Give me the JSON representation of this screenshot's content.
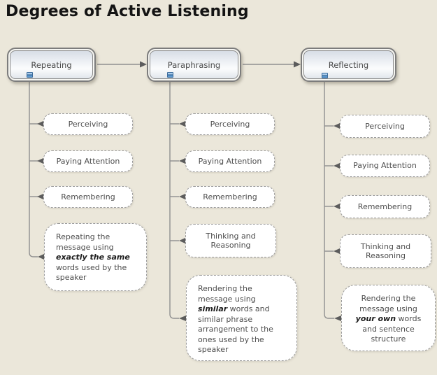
{
  "title": "Degrees of Active Listening",
  "colors": {
    "background": "#ebe7da",
    "node_fill": "#ffffff",
    "root_fill_top": "#d7dde5",
    "border_gray": "#8a8a8a",
    "connector_gray": "#8f8f8f",
    "collapse_icon_blue": "#5e9ad0",
    "text": "#4d4d4d"
  },
  "icons": {
    "collapse": "minus-box"
  },
  "branches": [
    {
      "root": "Repeating",
      "children": [
        "Perceiving",
        "Paying Attention",
        "Remembering"
      ],
      "detail_lines": [
        [
          {
            "t": "Repeating the"
          }
        ],
        [
          {
            "t": "message using"
          }
        ],
        [
          {
            "t": "exactly the same",
            "em": true
          }
        ],
        [
          {
            "t": "words used by the"
          }
        ],
        [
          {
            "t": "speaker"
          }
        ]
      ]
    },
    {
      "root": "Paraphrasing",
      "children": [
        "Perceiving",
        "Paying Attention",
        "Remembering",
        "Thinking and Reasoning"
      ],
      "detail_lines": [
        [
          {
            "t": "Rendering the"
          }
        ],
        [
          {
            "t": "message using"
          }
        ],
        [
          {
            "t": "similar",
            "em": true
          },
          {
            "t": " words and"
          }
        ],
        [
          {
            "t": "similar phrase"
          }
        ],
        [
          {
            "t": "arrangement to the"
          }
        ],
        [
          {
            "t": "ones used by the"
          }
        ],
        [
          {
            "t": "speaker"
          }
        ]
      ]
    },
    {
      "root": "Reflecting",
      "children": [
        "Perceiving",
        "Paying Attention",
        "Remembering",
        "Thinking and Reasoning"
      ],
      "detail_lines": [
        [
          {
            "t": "Rendering the"
          }
        ],
        [
          {
            "t": "message using"
          }
        ],
        [
          {
            "t": "your own",
            "em": true
          },
          {
            "t": " words"
          }
        ],
        [
          {
            "t": "and sentence"
          }
        ],
        [
          {
            "t": "structure"
          }
        ]
      ]
    }
  ]
}
